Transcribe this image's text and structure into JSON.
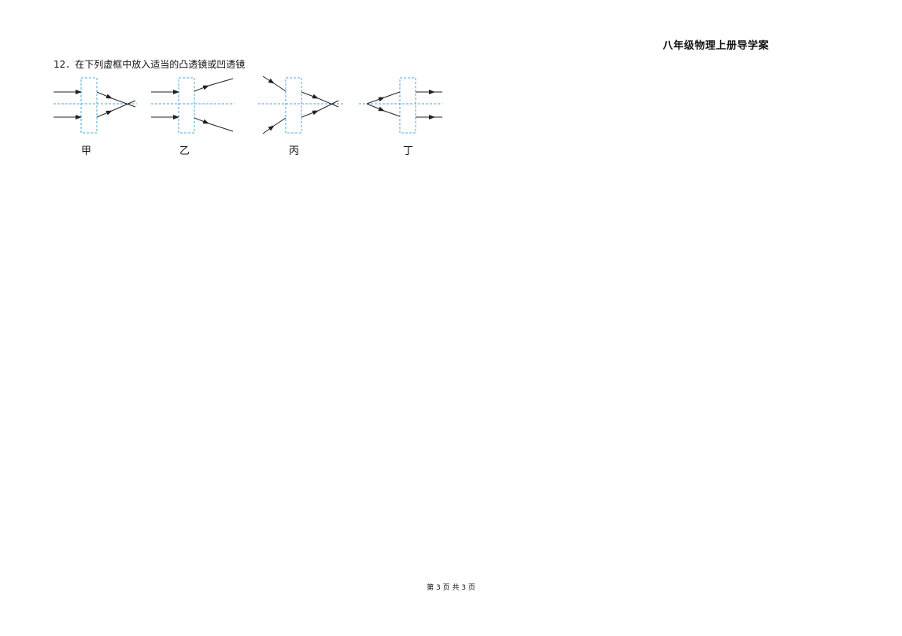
{
  "header": {
    "title": "八年级物理上册导学案"
  },
  "question": {
    "text": "12．在下列虚框中放入适当的凸透镜或凹透镜"
  },
  "figures": [
    {
      "label": "甲"
    },
    {
      "label": "乙"
    },
    {
      "label": "丙"
    },
    {
      "label": "丁"
    }
  ],
  "colors": {
    "dashed_box": "#4aa8e0",
    "ray": "#222222"
  },
  "footer": {
    "page": "第 3 页 共 3 页"
  }
}
